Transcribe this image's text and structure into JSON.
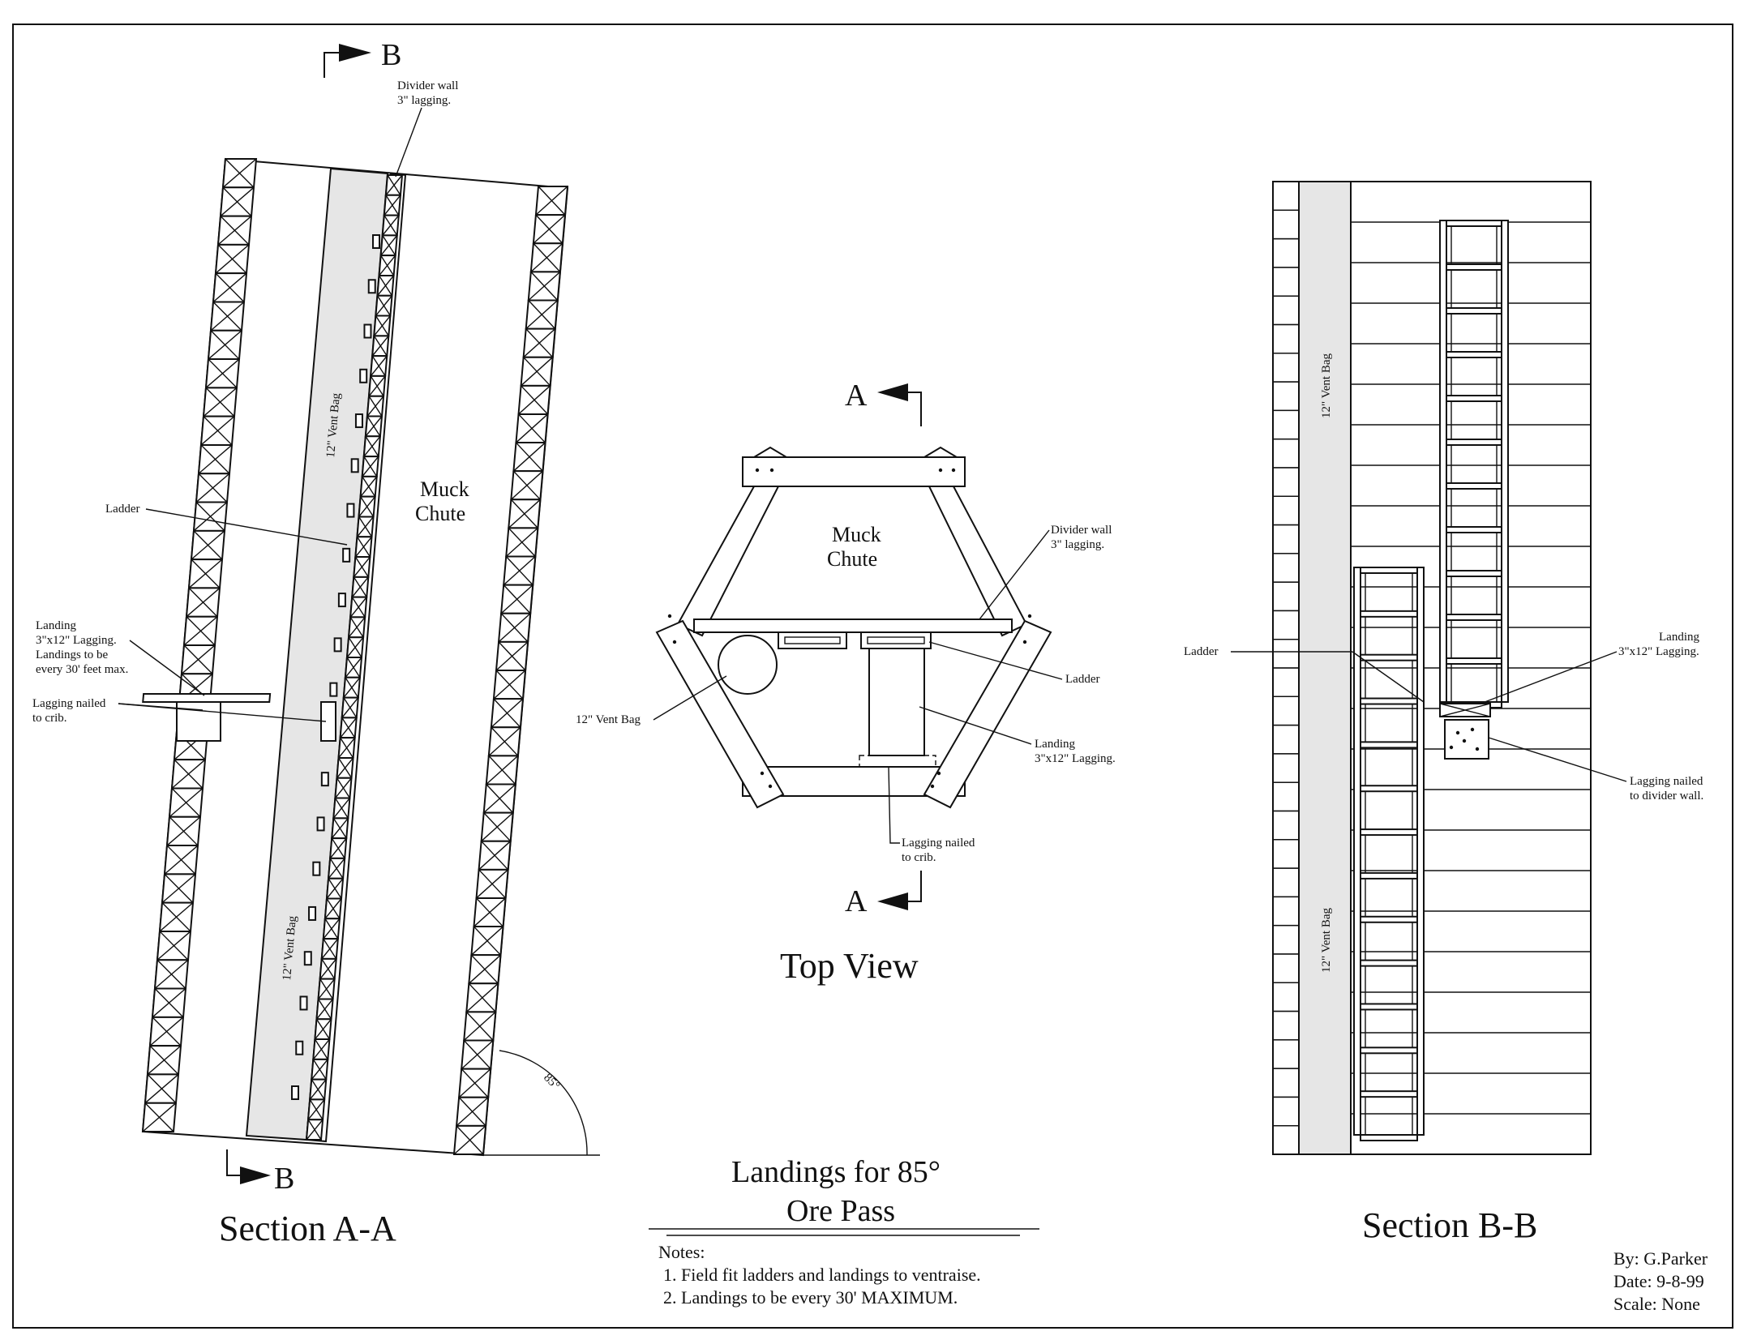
{
  "drawing": {
    "title_line1": "Landings for 85°",
    "title_line2": "Ore Pass"
  },
  "section_aa": {
    "caption": "Section A-A",
    "cut_marker": "B",
    "muck_chute": [
      "Muck",
      "Chute"
    ],
    "vent_bag_upper": "12\" Vent Bag",
    "vent_bag_lower": "12\" Vent Bag",
    "divider_wall": [
      "Divider wall",
      "3\" lagging."
    ],
    "ladder": "Ladder",
    "landing": [
      "Landing",
      "3\"x12\" Lagging.",
      "Landings to be",
      "every 30' feet max."
    ],
    "lagging_nailed": [
      "Lagging nailed",
      "to crib."
    ],
    "angle": "85°"
  },
  "top_view": {
    "caption": "Top View",
    "cut_marker": "A",
    "muck_chute": [
      "Muck",
      "Chute"
    ],
    "divider_wall": [
      "Divider wall",
      "3\" lagging."
    ],
    "ladder": "Ladder",
    "landing": [
      "Landing",
      "3\"x12\" Lagging."
    ],
    "vent_bag": "12\" Vent Bag",
    "lagging_nailed": [
      "Lagging nailed",
      "to crib."
    ]
  },
  "section_bb": {
    "caption": "Section B-B",
    "vent_bag_upper": "12\" Vent Bag",
    "vent_bag_lower": "12\" Vent Bag",
    "ladder": "Ladder",
    "landing": [
      "Landing",
      "3\"x12\" Lagging."
    ],
    "lagging_nailed": [
      "Lagging nailed",
      "to divider wall."
    ]
  },
  "notes": {
    "heading": "Notes:",
    "items": [
      "1. Field fit ladders and landings to ventraise.",
      "2. Landings to be every 30' MAXIMUM."
    ]
  },
  "title_block": {
    "by": "By: G.Parker",
    "date": "Date: 9-8-99",
    "scale": "Scale: None"
  }
}
